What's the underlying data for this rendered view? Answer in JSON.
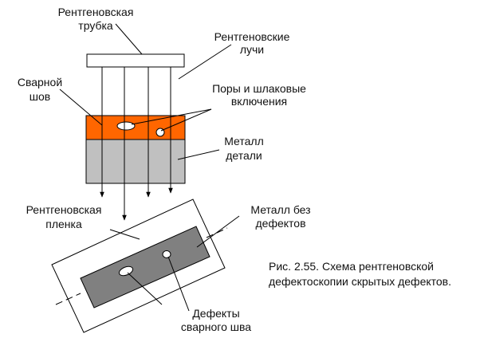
{
  "labels": {
    "tube": [
      "Рентгеновская",
      "трубка"
    ],
    "rays": [
      "Рентгеновские",
      "лучи"
    ],
    "weld": [
      "Сварной",
      "шов"
    ],
    "pores": [
      "Поры и шлаковые",
      "включения"
    ],
    "metal": [
      "Металл",
      "детали"
    ],
    "film": [
      "Рентгеновская",
      "пленка"
    ],
    "metal_no_defects": [
      "Металл без",
      "дефектов"
    ],
    "weld_defects": [
      "Дефекты",
      "сварного шва"
    ]
  },
  "caption": [
    "Рис. 2.55. Схема рентгеновской",
    "дефектоскопии скрытых дефектов."
  ],
  "colors": {
    "weld": "#ff6600",
    "metal": "#c0c0c0",
    "film_image": "#808080",
    "line": "#000000"
  }
}
